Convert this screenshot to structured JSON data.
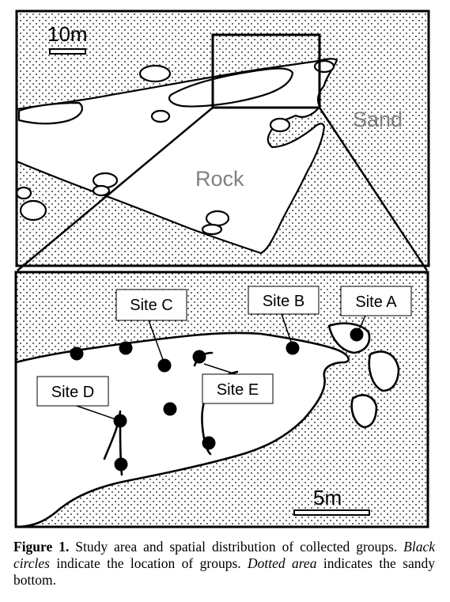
{
  "top_panel": {
    "scale_label": "10m",
    "sand_label": "Sand",
    "rock_label": "Rock"
  },
  "bottom_panel": {
    "scale_label": "5m",
    "sites": {
      "a": "Site A",
      "b": "Site B",
      "c": "Site C",
      "d": "Site D",
      "e": "Site E"
    }
  },
  "caption": {
    "figure_label": "Figure 1.",
    "text_1": " Study area and spatial distribution of collected groups. ",
    "italic_1": "Black circles",
    "text_2": " indicate the location of groups. ",
    "italic_2": "Dotted area",
    "text_3": " indicates the sandy bottom."
  },
  "colors": {
    "line": "#000000",
    "label_grey": "#808080",
    "background": "#ffffff"
  }
}
